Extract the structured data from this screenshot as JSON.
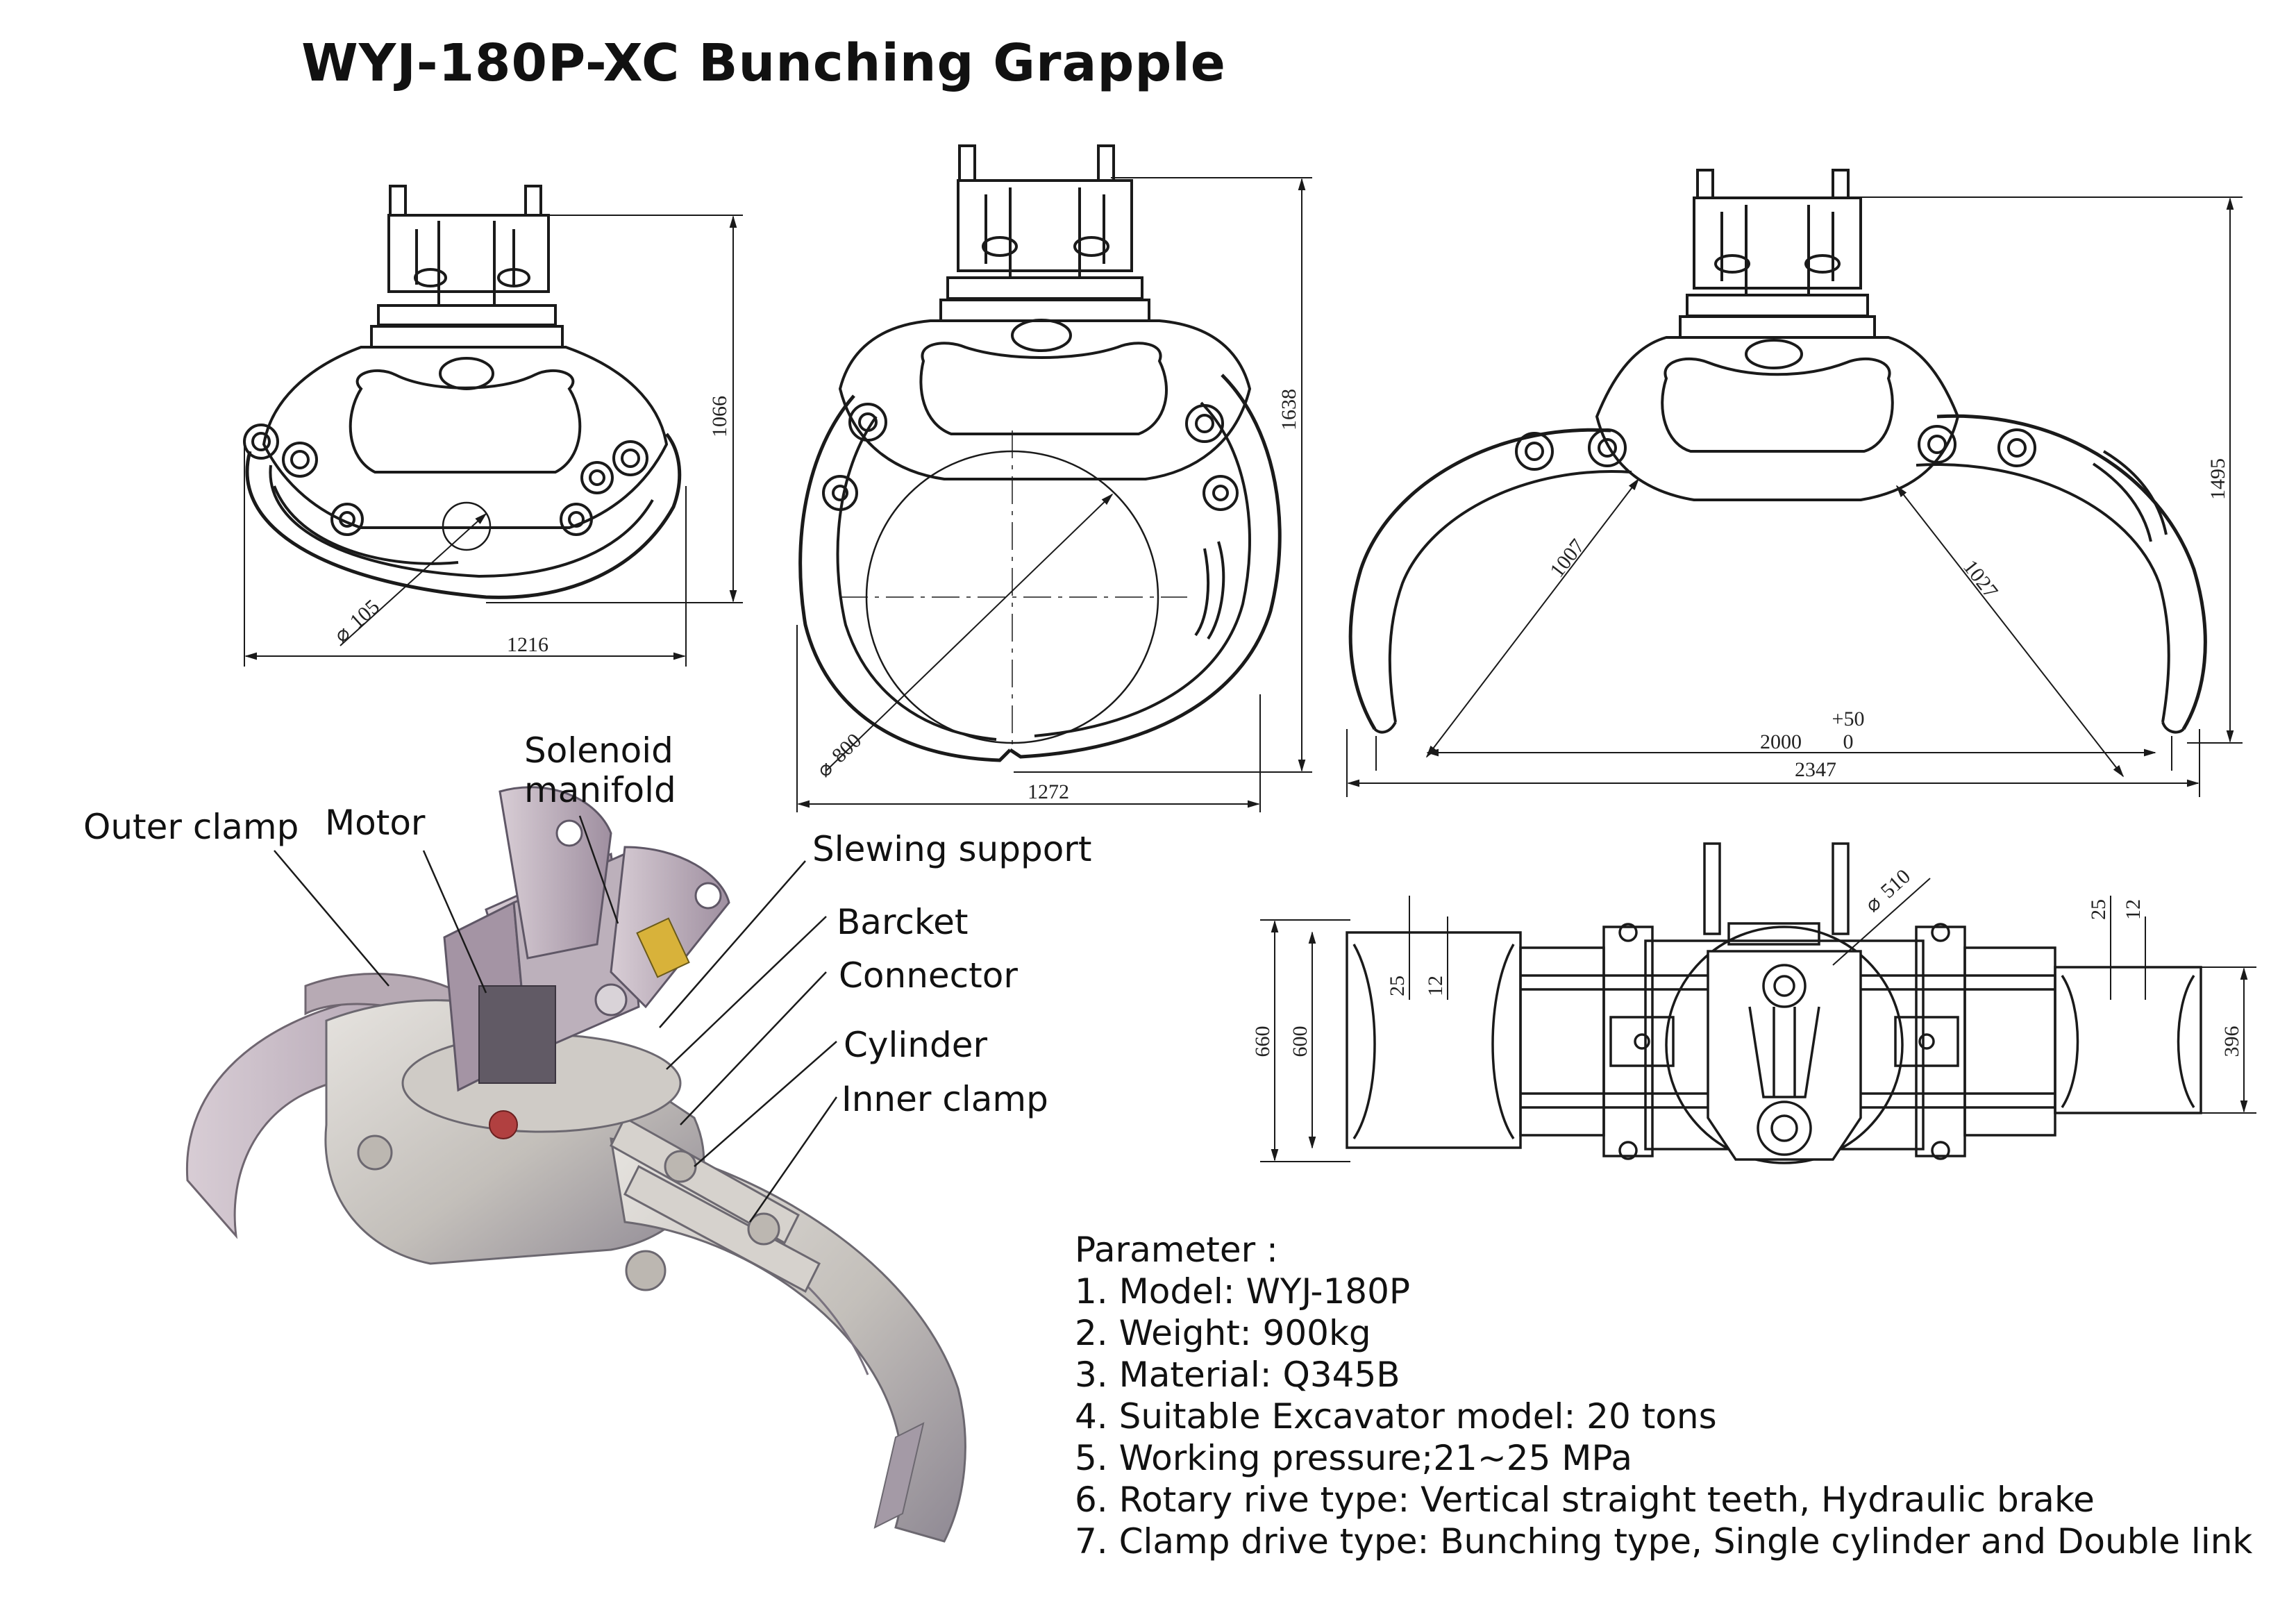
{
  "title": "WYJ-180P-XC Bunching Grapple",
  "dimensions": {
    "view1": {
      "height": "1066",
      "width": "1216",
      "diameter": "105"
    },
    "view2": {
      "height": "1638",
      "width": "1272",
      "diameter": "800"
    },
    "view3": {
      "height": "1495",
      "arm_left": "1007",
      "arm_right": "1027",
      "opening": "2000",
      "tol_plus": "+50",
      "tol_zero": "0",
      "width": "2347"
    },
    "top_view": {
      "outer": "660",
      "inner": "600",
      "gap_a": "25",
      "gap_b": "12",
      "gap_c": "25",
      "gap_d": "12",
      "right": "396",
      "bearing": "510"
    }
  },
  "callouts": {
    "outer_clamp": "Outer clamp",
    "motor": "Motor",
    "solenoid_1": "Solenoid",
    "solenoid_2": "manifold",
    "slewing_support": "Slewing support",
    "barcket": "Barcket",
    "connector": "Connector",
    "cylinder": "Cylinder",
    "inner_clamp": "Inner clamp"
  },
  "parameters": {
    "heading": "Parameter :",
    "items": [
      "1. Model: WYJ-180P",
      "2. Weight: 900kg",
      "3. Material: Q345B",
      "4. Suitable Excavator model: 20 tons",
      "5. Working pressure;21~25 MPa",
      "6. Rotary rive type: Vertical straight teeth, Hydraulic brake",
      "7. Clamp drive type: Bunching type, Single cylinder and Double link"
    ]
  },
  "colors": {
    "line": "#1a1a1a",
    "render_body": "#c9c6c2",
    "render_shadow": "#8f8895",
    "render_plate": "#b9a9b6",
    "badge": "#d8b23a"
  }
}
